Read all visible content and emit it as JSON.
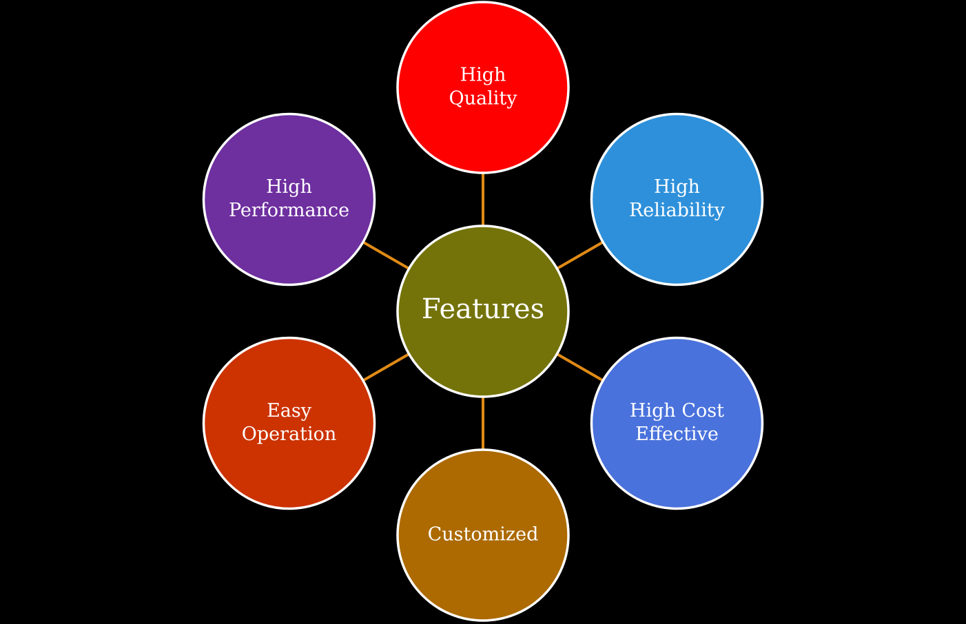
{
  "diagram": {
    "type": "radial-hub",
    "connector_color": "#e08a14",
    "border_color": "#ffffff",
    "background_color": "#000000",
    "center": {
      "id": "features",
      "label": "Features",
      "color": "#74730a"
    },
    "nodes": [
      {
        "id": "high-quality",
        "lines": [
          "High",
          "Quality"
        ],
        "color": "#ff0000",
        "position": "top"
      },
      {
        "id": "high-reliability",
        "lines": [
          "High",
          "Reliability"
        ],
        "color": "#2e90da",
        "position": "top-right"
      },
      {
        "id": "high-cost-effective",
        "lines": [
          "High Cost",
          "Effective"
        ],
        "color": "#4a72dc",
        "position": "bottom-right"
      },
      {
        "id": "customized",
        "lines": [
          "Customized"
        ],
        "color": "#ac6a00",
        "position": "bottom"
      },
      {
        "id": "easy-operation",
        "lines": [
          "Easy",
          "Operation"
        ],
        "color": "#cc3300",
        "position": "bottom-left"
      },
      {
        "id": "high-performance",
        "lines": [
          "High",
          "Performance"
        ],
        "color": "#6e2f9f",
        "position": "top-left"
      }
    ]
  }
}
